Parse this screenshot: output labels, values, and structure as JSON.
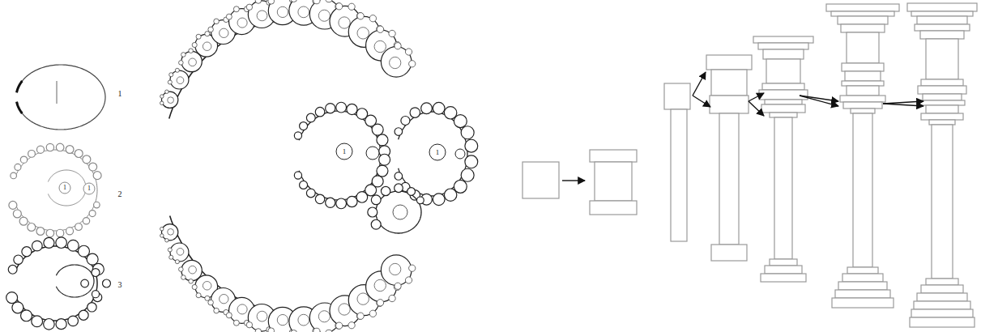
{
  "diagram": {
    "labels": [
      "1",
      "2",
      "3",
      "1",
      "1",
      "1",
      "1"
    ]
  }
}
